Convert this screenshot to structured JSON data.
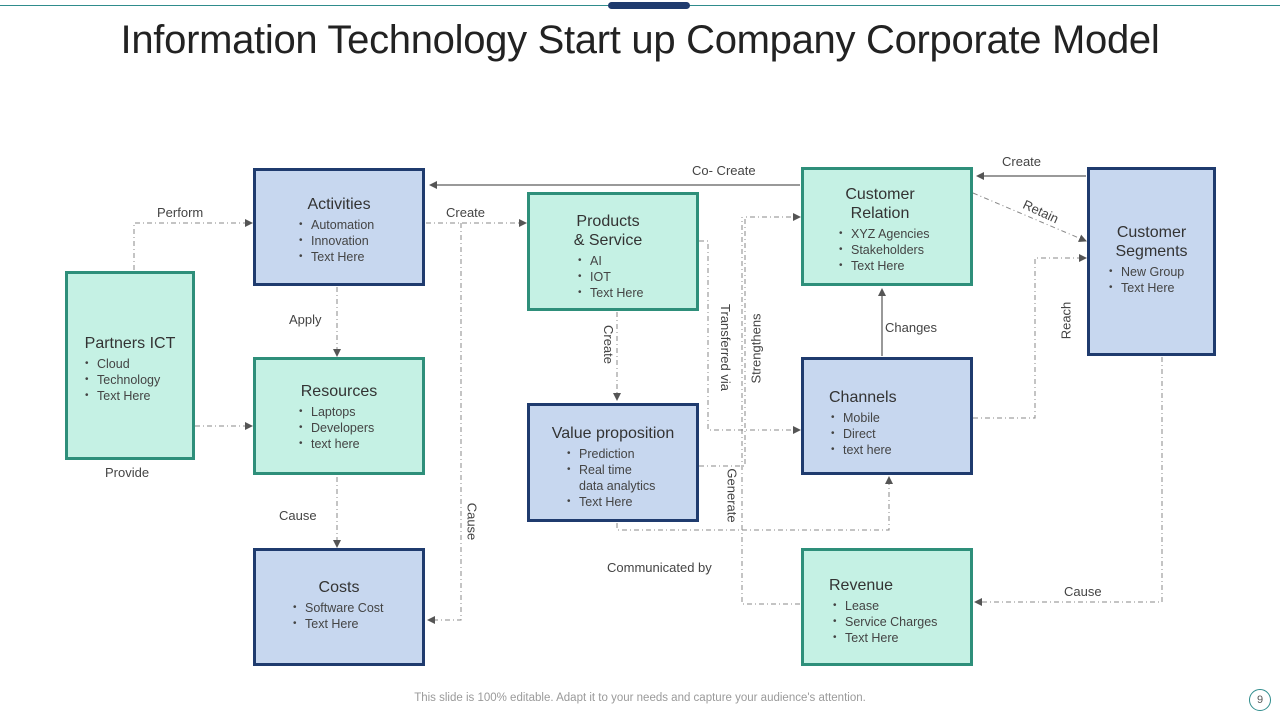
{
  "title": "Information Technology Start up Company Corporate Model",
  "boxes": {
    "partners": {
      "title": "Partners ICT",
      "items": [
        "Cloud",
        "Technology",
        "Text Here"
      ]
    },
    "activities": {
      "title": "Activities",
      "items": [
        "Automation",
        "Innovation",
        "Text Here"
      ]
    },
    "resources": {
      "title": "Resources",
      "items": [
        "Laptops",
        "Developers",
        "text here"
      ]
    },
    "costs": {
      "title": "Costs",
      "items": [
        "Software Cost",
        "Text Here"
      ]
    },
    "products": {
      "title": "Products\n& Service",
      "items": [
        "AI",
        "IOT",
        "Text Here"
      ]
    },
    "value": {
      "title": "Value proposition",
      "items": [
        "Prediction",
        "Real time\ndata analytics",
        "Text Here"
      ]
    },
    "customer_relation": {
      "title": "Customer\nRelation",
      "items": [
        "XYZ Agencies",
        "Stakeholders",
        "Text Here"
      ]
    },
    "channels": {
      "title": "Channels",
      "items": [
        "Mobile",
        "Direct",
        "text here"
      ]
    },
    "revenue": {
      "title": "Revenue",
      "items": [
        "Lease",
        "Service Charges",
        "Text Here"
      ]
    },
    "segments": {
      "title": "Customer\nSegments",
      "items": [
        "New Group",
        "Text Here"
      ]
    }
  },
  "labels": {
    "perform": "Perform",
    "apply": "Apply",
    "provide": "Provide",
    "cause_left": "Cause",
    "create_top": "Create",
    "cause_vertical": "Cause",
    "co_create": "Co- Create",
    "create_products": "Create",
    "transferred_via": "Transferred via",
    "strengthens": "Strengthens",
    "generate": "Generate",
    "communicated_by": "Communicated by",
    "changes": "Changes",
    "create_segments": "Create",
    "retain": "Retain",
    "reach": "Reach",
    "cause_right": "Cause"
  },
  "footer": "This slide is 100% editable. Adapt it to your needs and capture your audience's attention.",
  "page_number": "9",
  "colors": {
    "blue_fill": "#c7d7ef",
    "teal_fill": "#c5f1e4",
    "navy": "#1f3b6e",
    "teal_border": "#2e8f7a"
  }
}
